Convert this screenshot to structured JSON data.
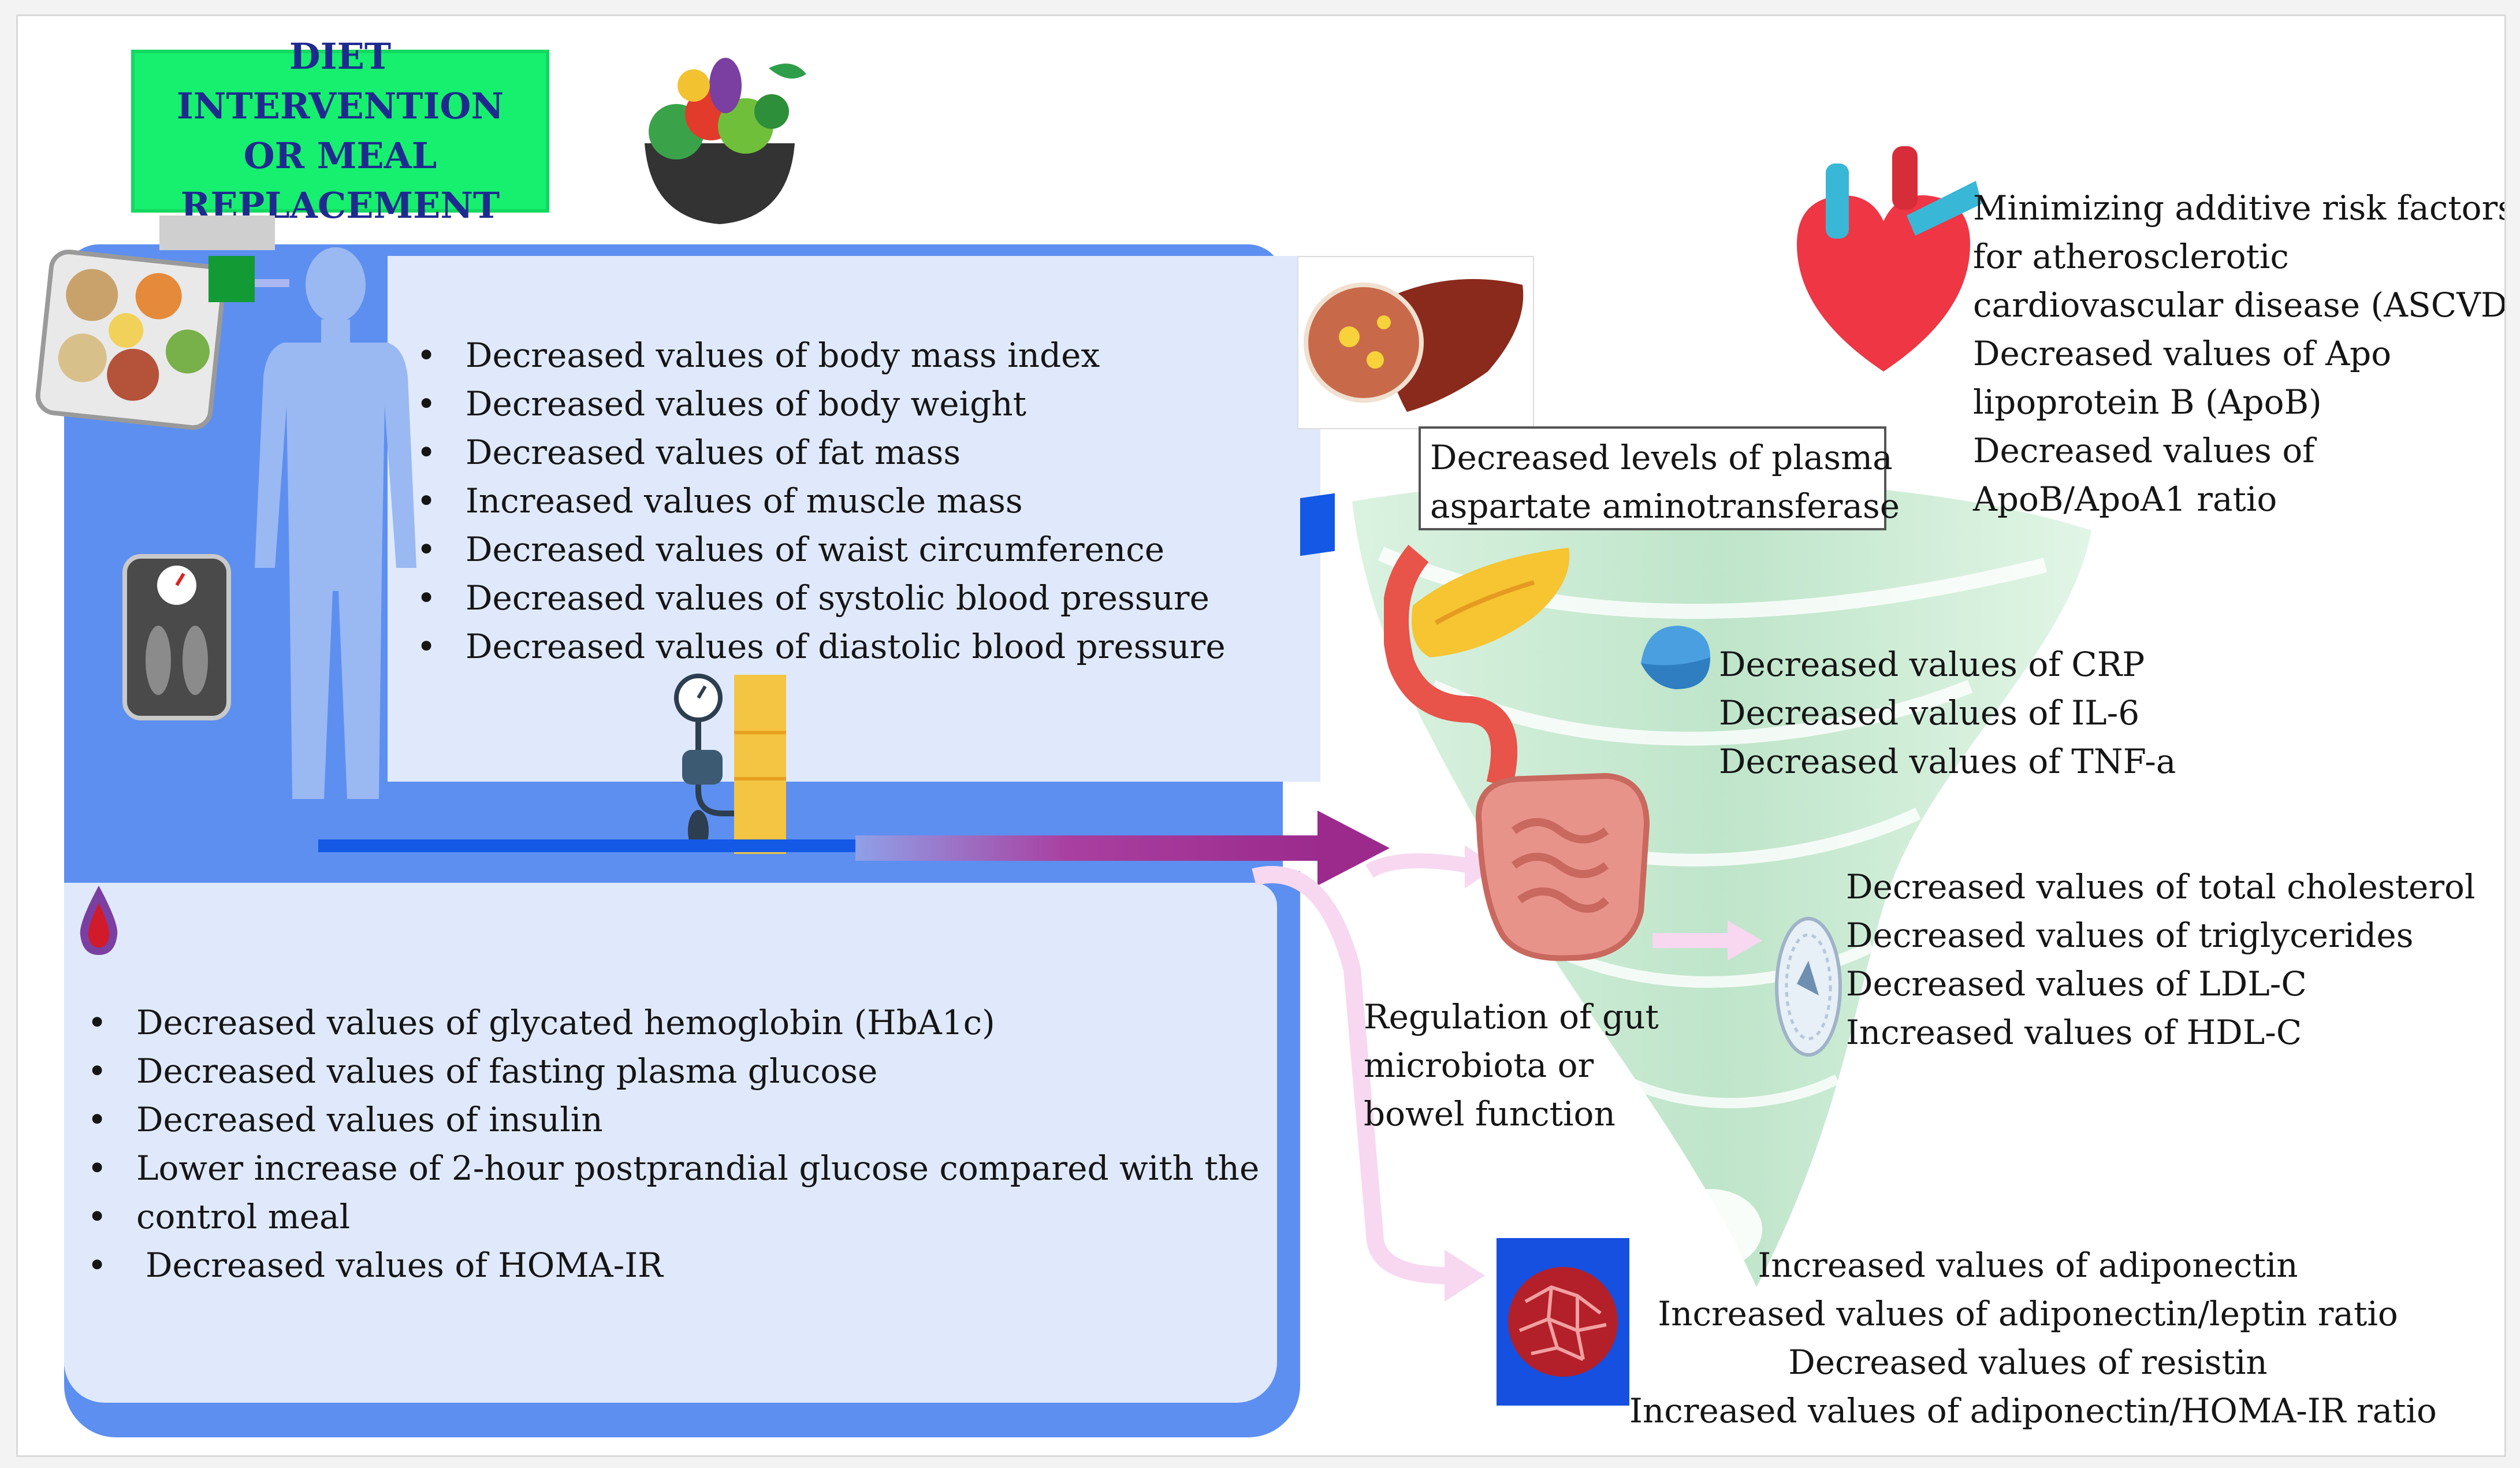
{
  "title_lines": [
    "DIET INTERVENTION",
    "OR MEAL",
    "REPLACEMENT"
  ],
  "anthropometric_items": [
    "Decreased values of body mass index",
    "Decreased values of body weight",
    "Decreased values of fat mass",
    "Increased values of muscle mass",
    "Decreased values of waist circumference",
    "Decreased values of systolic blood pressure",
    "Decreased values of diastolic blood pressure"
  ],
  "glycemic_items": [
    "Decreased values of glycated hemoglobin (HbA1c)",
    "Decreased values of fasting plasma glucose",
    "Decreased values of insulin",
    "Lower increase of 2-hour postprandial glucose compared with the",
    "control meal",
    "Decreased values of HOMA-IR"
  ],
  "liver_lines": [
    "Decreased levels of plasma",
    "aspartate aminotransferase"
  ],
  "cardio_lines": [
    "Minimizing additive risk factors",
    "for atherosclerotic",
    "cardiovascular disease (ASCVD)",
    "Decreased values of Apo",
    "lipoprotein B (ApoB)",
    "Decreased values of",
    "ApoB/ApoA1 ratio"
  ],
  "inflammation_lines": [
    "Decreased values of CRP",
    "Decreased values of IL-6",
    "Decreased values of TNF-a"
  ],
  "lipid_lines": [
    "Decreased values of total cholesterol",
    "Decreased values of triglycerides",
    "Decreased values of LDL-C",
    "Increased values of HDL-C"
  ],
  "gut_lines": [
    "Regulation of gut",
    "microbiota or",
    "bowel function"
  ],
  "adipokine_lines": [
    "Increased values of adiponectin",
    "Increased values of adiponectin/leptin ratio",
    "Decreased values of resistin",
    "Increased values of adiponectin/HOMA-IR ratio"
  ],
  "colors": {
    "title_bg": "#17ef6f",
    "title_text": "#1f2a8f",
    "panel_blue": "#5d8ff0",
    "panel_light": "#dfe9fb",
    "arrow_purple": "#9b2a8c",
    "swirl_green": "#bfe3c9"
  },
  "icons": [
    "salad-bowl-icon",
    "meal-plate-icon",
    "human-silhouette-icon",
    "weight-scale-icon",
    "blood-pressure-gauge-icon",
    "blood-drop-icon",
    "liver-icon",
    "heart-icon",
    "pancreas-icon",
    "cell-icon",
    "intestine-icon",
    "lipid-particle-icon",
    "adipose-tissue-icon"
  ]
}
